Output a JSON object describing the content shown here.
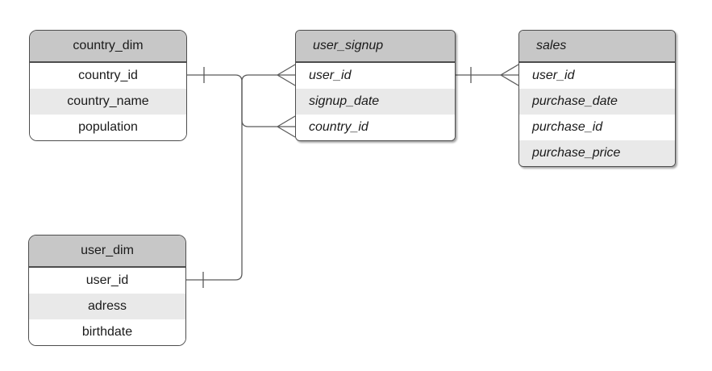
{
  "diagram": {
    "type": "entity-relationship",
    "background": "#ffffff",
    "colors": {
      "header_fill": "#c7c7c7",
      "row_fill": "#ffffff",
      "row_alt_fill": "#e9e9e9",
      "border": "#4d4d4d",
      "connector": "#5b5b5b",
      "text": "#1a1a1a"
    }
  },
  "tables": [
    {
      "name": "country_dim",
      "columns": [
        "country_id",
        "country_name",
        "population"
      ],
      "text_style": "regular-centered"
    },
    {
      "name": "user_dim",
      "columns": [
        "user_id",
        "adress",
        "birthdate"
      ],
      "text_style": "regular-centered"
    },
    {
      "name": "user_signup",
      "columns": [
        "user_id",
        "signup_date",
        "country_id"
      ],
      "text_style": "italic-left"
    },
    {
      "name": "sales",
      "columns": [
        "user_id",
        "purchase_date",
        "purchase_id",
        "purchase_price"
      ],
      "text_style": "italic-left"
    }
  ],
  "relationships": [
    {
      "from": "country_dim.country_id",
      "to": "user_signup.country_id",
      "from_cardinality": "one",
      "to_cardinality": "many"
    },
    {
      "from": "user_dim.user_id",
      "to": "user_signup.user_id",
      "from_cardinality": "one",
      "to_cardinality": "many"
    },
    {
      "from": "user_signup.user_id",
      "to": "sales.user_id",
      "from_cardinality": "one",
      "to_cardinality": "many"
    }
  ]
}
